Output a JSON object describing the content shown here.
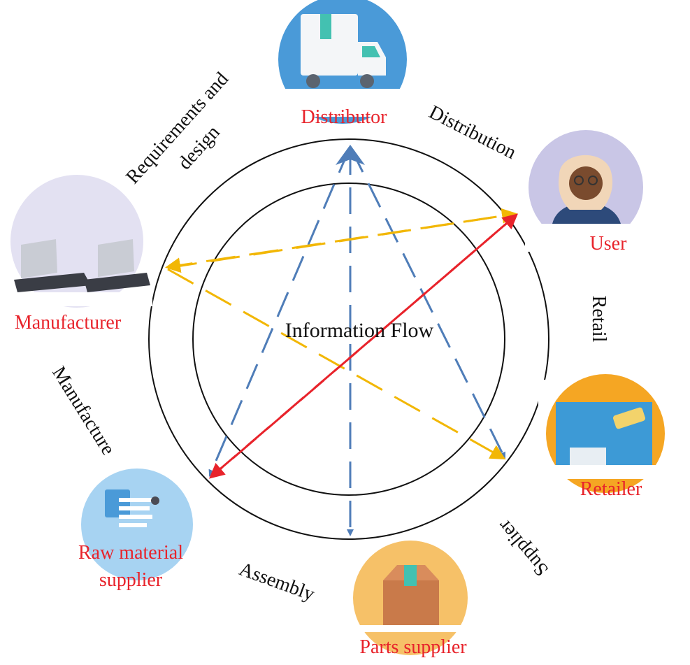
{
  "center_label": "Information Flow",
  "nodes": {
    "distributor": "Distributor",
    "user": "User",
    "retailer": "Retailer",
    "parts_supplier": "Parts supplier",
    "raw_material_supplier_line1": "Raw material",
    "raw_material_supplier_line2": "supplier",
    "manufacturer": "Manufacturer"
  },
  "stages": {
    "distribution": "Distribution",
    "retail": "Retail",
    "supplier": "Supplier",
    "assembly": "Assembly",
    "manufacture": "Manufacture",
    "requirements_line1": "Requirements and",
    "requirements_line2": "design"
  },
  "colors": {
    "node_label": "#e8232b",
    "stage_label": "#111111",
    "blue_arrow": "#4f7db8",
    "yellow_arrow": "#f2b705",
    "red_arrow": "#e8232b",
    "circle": "#111111"
  },
  "icons": {
    "distributor": "delivery-truck-icon",
    "user": "woman-avatar-icon",
    "retailer": "storefront-icon",
    "parts_supplier": "package-box-icon",
    "raw_material_supplier": "document-card-icon",
    "manufacturer": "laptops-icon"
  }
}
